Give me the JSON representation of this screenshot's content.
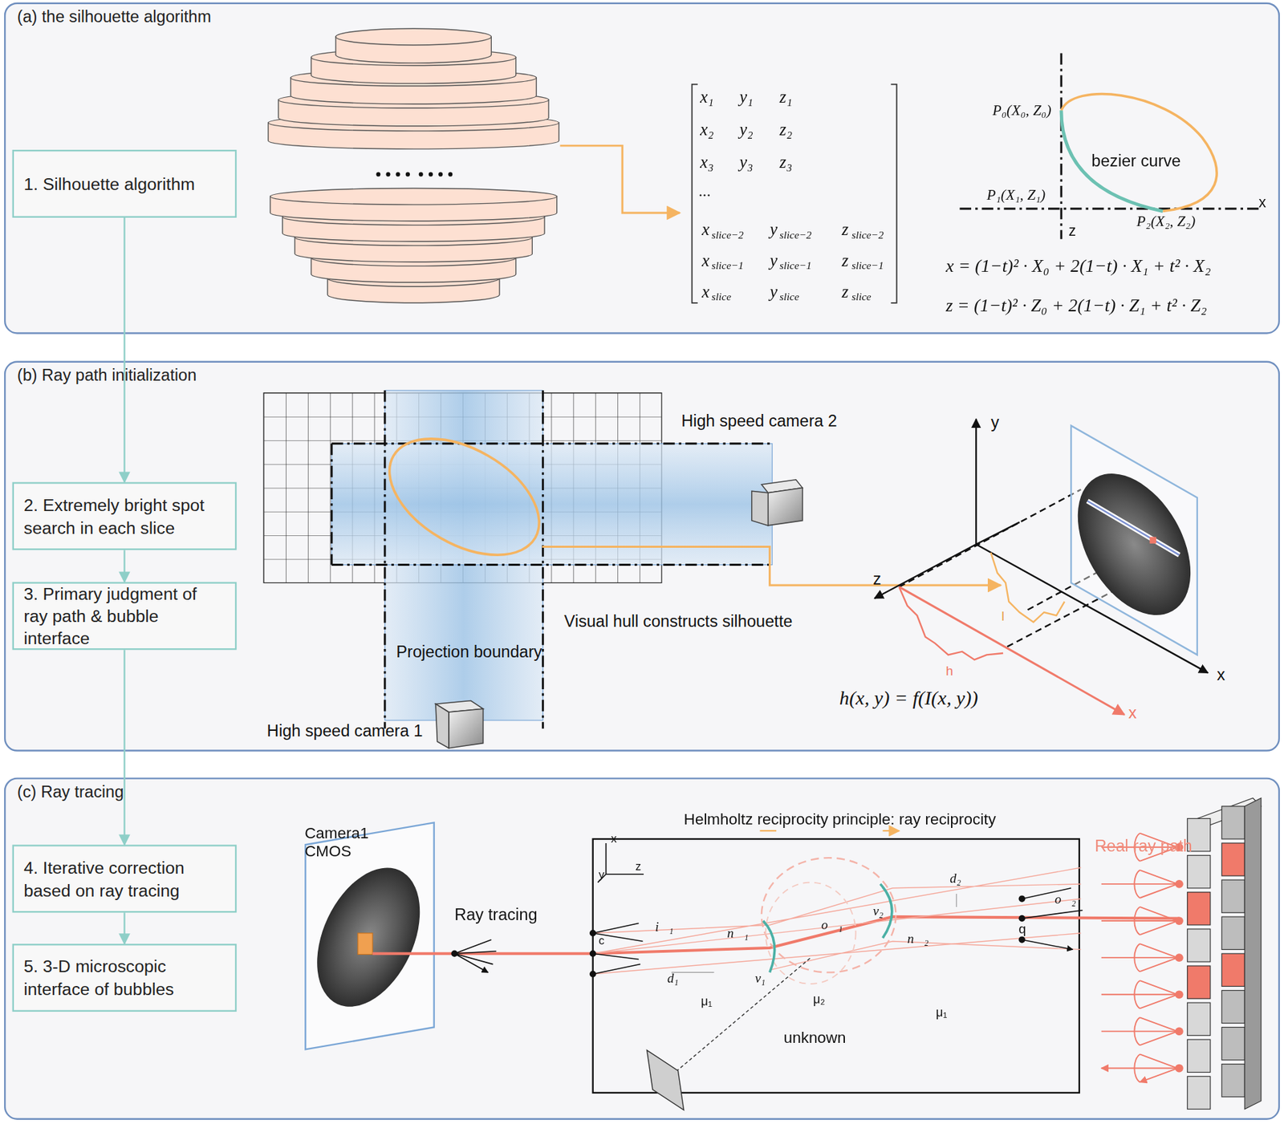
{
  "diagram": {
    "nodes": [
      {
        "text": [
          "(a) the silhouette algorithm"
        ]
      },
      {
        "text": [
          "1. Silhouette algorithm"
        ],
        "in": 0
      },
      {
        "text": [
          "(b) Ray path initialization"
        ]
      },
      {
        "text": [
          "2. Extremely bright spot search in each slice"
        ],
        "in": 2
      },
      {
        "text": [
          "3. Primary judgment of ray path & bubble interface"
        ],
        "in": 2
      },
      {
        "text": [
          "(c) Ray tracing"
        ]
      },
      {
        "text": [
          "4. Iterative correction based on ray tracing"
        ],
        "in": 5
      },
      {
        "text": [
          "5. 3-D microscopic interface of bubbles"
        ],
        "in": 5
      }
    ],
    "edges": [
      {
        "from": 1,
        "to": 3,
        "arrow": "to"
      },
      {
        "from": 3,
        "to": 4,
        "arrow": "to"
      },
      {
        "from": 4,
        "to": 6,
        "arrow": "to"
      },
      {
        "from": 6,
        "to": 7,
        "arrow": "to"
      }
    ],
    "labels": [
      "x₁",
      "y₁",
      "z₁",
      "x₂",
      "y₂",
      "z₂",
      "x₃",
      "y₃",
      "z₃",
      "...",
      "x",
      "slice−2",
      "y",
      "slice−2",
      "z",
      "slice−2",
      "x",
      "slice−1",
      "y",
      "slice−1",
      "z",
      "slice−1",
      "x",
      "slice",
      "y",
      "slice",
      "z",
      "slice",
      "P₀(X₀, Z₀)",
      "bezier curve",
      "P₁(X₁, Z₁)",
      "x",
      "z",
      "P₂(X₂, Z₂)",
      "x = (1−t)² · X₀ + 2(1−t) · X₁ + t² · X₂",
      "z = (1−t)² · Z₀ + 2(1−t) · Z₁ + t² · Z₂",
      "High speed camera 2",
      "Visual hull constructs silhouette",
      "Projection boundary",
      "High speed camera 1",
      "y",
      "z",
      "x",
      "x",
      "h",
      "l",
      "h(x, y) = f(I(x, y))",
      "Camera1 CMOS",
      "Ray tracing",
      "Helmholtz reciprocity principle: ray reciprocity",
      "x",
      "y",
      "z",
      "c",
      "i⃗₁",
      "n⃗₁",
      "d₁",
      "v₁",
      "o⃗₁",
      "v₂",
      "n⃗₂",
      "d₂",
      "o⃗₂",
      "q",
      "μ₁",
      "μ₂",
      "μ₁",
      "unknown",
      "Real ray path"
    ]
  }
}
